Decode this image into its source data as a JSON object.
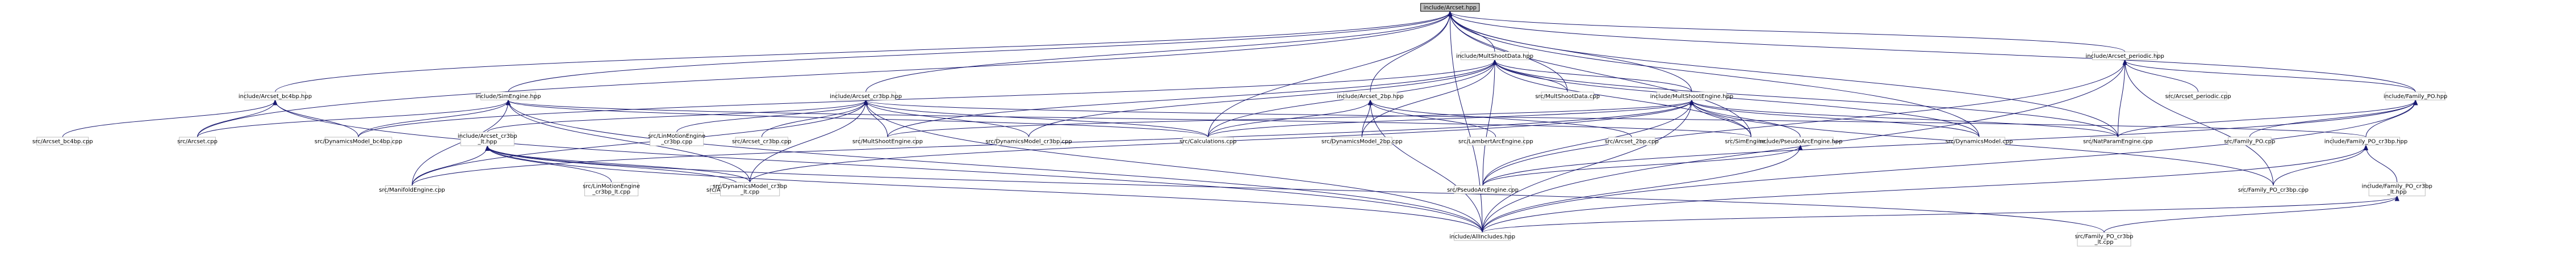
{
  "graph": {
    "root": "include/Arcset.hpp",
    "nodes": [
      {
        "id": "root",
        "lines": [
          "include/Arcset.hpp"
        ],
        "root": true
      },
      {
        "id": "multshootdata_hpp",
        "lines": [
          "include/MultShootData.hpp"
        ]
      },
      {
        "id": "arcset_periodic_hpp",
        "lines": [
          "include/Arcset_periodic.hpp"
        ]
      },
      {
        "id": "arcset_bc4bp_hpp",
        "lines": [
          "include/Arcset_bc4bp.hpp"
        ]
      },
      {
        "id": "simengine_hpp",
        "lines": [
          "include/SimEngine.hpp"
        ]
      },
      {
        "id": "arcset_cr3bp_hpp",
        "lines": [
          "include/Arcset_cr3bp.hpp"
        ]
      },
      {
        "id": "arcset_2bp_hpp",
        "lines": [
          "include/Arcset_2bp.hpp"
        ]
      },
      {
        "id": "multshootdata_cpp",
        "lines": [
          "src/MultShootData.cpp"
        ]
      },
      {
        "id": "multshootengine_hpp",
        "lines": [
          "include/MultShootEngine.hpp"
        ]
      },
      {
        "id": "arcset_periodic_cpp",
        "lines": [
          "src/Arcset_periodic.cpp"
        ]
      },
      {
        "id": "family_po_hpp",
        "lines": [
          "include/Family_PO.hpp"
        ]
      },
      {
        "id": "arcset_bc4bp_cpp",
        "lines": [
          "src/Arcset_bc4bp.cpp"
        ]
      },
      {
        "id": "arcset_cpp",
        "lines": [
          "src/Arcset.cpp"
        ]
      },
      {
        "id": "dynamicsmodel_bc4bp_cpp",
        "lines": [
          "src/DynamicsModel_bc4bp.cpp"
        ]
      },
      {
        "id": "arcset_cr3bp_lt_hpp",
        "lines": [
          "include/Arcset_cr3bp",
          "_lt.hpp"
        ]
      },
      {
        "id": "linmotionengine_cr3bp_cpp",
        "lines": [
          "src/LinMotionEngine",
          "_cr3bp.cpp"
        ]
      },
      {
        "id": "arcset_cr3bp_cpp",
        "lines": [
          "src/Arcset_cr3bp.cpp"
        ]
      },
      {
        "id": "multshootengine_cpp",
        "lines": [
          "src/MultShootEngine.cpp"
        ]
      },
      {
        "id": "dynamicsmodel_cr3bp_cpp",
        "lines": [
          "src/DynamicsModel_cr3bp.cpp"
        ]
      },
      {
        "id": "calculations_cpp",
        "lines": [
          "src/Calculations.cpp"
        ]
      },
      {
        "id": "dynamicsmodel_2bp_cpp",
        "lines": [
          "src/DynamicsModel_2bp.cpp"
        ]
      },
      {
        "id": "lambertarcengine_cpp",
        "lines": [
          "src/LambertArcEngine.cpp"
        ]
      },
      {
        "id": "arcset_2bp_cpp",
        "lines": [
          "src/Arcset_2bp.cpp"
        ]
      },
      {
        "id": "simengine_cpp",
        "lines": [
          "src/SimEngine.cpp"
        ]
      },
      {
        "id": "pseudoarcengine_hpp",
        "lines": [
          "include/PseudoArcEngine.hpp"
        ]
      },
      {
        "id": "dynamicsmodel_cpp",
        "lines": [
          "src/DynamicsModel.cpp"
        ]
      },
      {
        "id": "natparamengine_cpp",
        "lines": [
          "src/NatParamEngine.cpp"
        ]
      },
      {
        "id": "family_po_cpp",
        "lines": [
          "src/Family_PO.cpp"
        ]
      },
      {
        "id": "family_po_cr3bp_hpp",
        "lines": [
          "include/Family_PO_cr3bp.hpp"
        ]
      },
      {
        "id": "manifoldengine_cpp",
        "lines": [
          "src/ManifoldEngine.cpp"
        ]
      },
      {
        "id": "linmotionengine_cr3bp_lt_cpp",
        "lines": [
          "src/LinMotionEngine",
          "_cr3bp_lt.cpp"
        ]
      },
      {
        "id": "arcset_cr3bp_lt_cpp",
        "lines": [
          "src/Arcset_cr3bp_lt.cpp"
        ]
      },
      {
        "id": "dynamicsmodel_cr3bp_lt_cpp",
        "lines": [
          "src/DynamicsModel_cr3bp",
          "_lt.cpp"
        ]
      },
      {
        "id": "pseudoarcengine_cpp",
        "lines": [
          "src/PseudoArcEngine.cpp"
        ]
      },
      {
        "id": "family_po_cr3bp_cpp",
        "lines": [
          "src/Family_PO_cr3bp.cpp"
        ]
      },
      {
        "id": "family_po_cr3bp_lt_hpp",
        "lines": [
          "include/Family_PO_cr3bp",
          "_lt.hpp"
        ]
      },
      {
        "id": "allincludes_hpp",
        "lines": [
          "include/AllIncludes.hpp"
        ]
      },
      {
        "id": "family_po_cr3bp_lt_cpp",
        "lines": [
          "src/Family_PO_cr3bp",
          "_lt.cpp"
        ]
      }
    ],
    "edges": [
      [
        "multshootdata_hpp",
        "root"
      ],
      [
        "arcset_periodic_hpp",
        "root"
      ],
      [
        "arcset_bc4bp_hpp",
        "root"
      ],
      [
        "simengine_hpp",
        "root"
      ],
      [
        "arcset_cr3bp_hpp",
        "root"
      ],
      [
        "arcset_2bp_hpp",
        "root"
      ],
      [
        "multshootengine_hpp",
        "root"
      ],
      [
        "arcset_cpp",
        "root"
      ],
      [
        "calculations_cpp",
        "root"
      ],
      [
        "simengine_cpp",
        "root"
      ],
      [
        "dynamicsmodel_cpp",
        "root"
      ],
      [
        "natparamengine_cpp",
        "root"
      ],
      [
        "allincludes_hpp",
        "root"
      ],
      [
        "family_po_hpp",
        "root"
      ],
      [
        "multshootdata_cpp",
        "root"
      ],
      [
        "multshootdata_cpp",
        "multshootdata_hpp"
      ],
      [
        "multshootengine_hpp",
        "multshootdata_hpp"
      ],
      [
        "calculations_cpp",
        "multshootdata_hpp"
      ],
      [
        "simengine_cpp",
        "multshootdata_hpp"
      ],
      [
        "dynamicsmodel_cpp",
        "multshootdata_hpp"
      ],
      [
        "natparamengine_cpp",
        "multshootdata_hpp"
      ],
      [
        "dynamicsmodel_bc4bp_cpp",
        "multshootdata_hpp"
      ],
      [
        "dynamicsmodel_cr3bp_cpp",
        "multshootdata_hpp"
      ],
      [
        "dynamicsmodel_2bp_cpp",
        "multshootdata_hpp"
      ],
      [
        "multshootengine_cpp",
        "multshootdata_hpp"
      ],
      [
        "pseudoarcengine_cpp",
        "multshootdata_hpp"
      ],
      [
        "arcset_periodic_cpp",
        "arcset_periodic_hpp"
      ],
      [
        "family_po_hpp",
        "arcset_periodic_hpp"
      ],
      [
        "natparamengine_cpp",
        "arcset_periodic_hpp"
      ],
      [
        "pseudoarcengine_cpp",
        "arcset_periodic_hpp"
      ],
      [
        "family_po_cr3bp_cpp",
        "arcset_periodic_hpp"
      ],
      [
        "allincludes_hpp",
        "arcset_periodic_hpp"
      ],
      [
        "arcset_bc4bp_cpp",
        "arcset_bc4bp_hpp"
      ],
      [
        "dynamicsmodel_bc4bp_cpp",
        "arcset_bc4bp_hpp"
      ],
      [
        "allincludes_hpp",
        "arcset_bc4bp_hpp"
      ],
      [
        "arcset_cpp",
        "arcset_bc4bp_hpp"
      ],
      [
        "arcset_cpp",
        "simengine_hpp"
      ],
      [
        "dynamicsmodel_bc4bp_cpp",
        "simengine_hpp"
      ],
      [
        "manifoldengine_cpp",
        "simengine_hpp"
      ],
      [
        "calculations_cpp",
        "simengine_hpp"
      ],
      [
        "simengine_cpp",
        "simengine_hpp"
      ],
      [
        "allincludes_hpp",
        "simengine_hpp"
      ],
      [
        "dynamicsmodel_cr3bp_lt_cpp",
        "simengine_hpp"
      ],
      [
        "arcset_cr3bp_lt_hpp",
        "arcset_cr3bp_hpp"
      ],
      [
        "linmotionengine_cr3bp_cpp",
        "arcset_cr3bp_hpp"
      ],
      [
        "arcset_cr3bp_cpp",
        "arcset_cr3bp_hpp"
      ],
      [
        "multshootengine_cpp",
        "arcset_cr3bp_hpp"
      ],
      [
        "dynamicsmodel_cr3bp_cpp",
        "arcset_cr3bp_hpp"
      ],
      [
        "calculations_cpp",
        "arcset_cr3bp_hpp"
      ],
      [
        "manifoldengine_cpp",
        "arcset_cr3bp_hpp"
      ],
      [
        "allincludes_hpp",
        "arcset_cr3bp_hpp"
      ],
      [
        "family_po_cr3bp_hpp",
        "arcset_cr3bp_hpp"
      ],
      [
        "dynamicsmodel_cr3bp_lt_cpp",
        "arcset_cr3bp_hpp"
      ],
      [
        "dynamicsmodel_2bp_cpp",
        "arcset_2bp_hpp"
      ],
      [
        "lambertarcengine_cpp",
        "arcset_2bp_hpp"
      ],
      [
        "arcset_2bp_cpp",
        "arcset_2bp_hpp"
      ],
      [
        "calculations_cpp",
        "arcset_2bp_hpp"
      ],
      [
        "allincludes_hpp",
        "arcset_2bp_hpp"
      ],
      [
        "multshootengine_cpp",
        "multshootengine_hpp"
      ],
      [
        "calculations_cpp",
        "multshootengine_hpp"
      ],
      [
        "simengine_cpp",
        "multshootengine_hpp"
      ],
      [
        "pseudoarcengine_hpp",
        "multshootengine_hpp"
      ],
      [
        "dynamicsmodel_cpp",
        "multshootengine_hpp"
      ],
      [
        "natparamengine_cpp",
        "multshootengine_hpp"
      ],
      [
        "pseudoarcengine_cpp",
        "multshootengine_hpp"
      ],
      [
        "allincludes_hpp",
        "multshootengine_hpp"
      ],
      [
        "manifoldengine_cpp",
        "multshootengine_hpp"
      ],
      [
        "dynamicsmodel_cr3bp_lt_cpp",
        "multshootengine_hpp"
      ],
      [
        "family_po_cr3bp_cpp",
        "multshootengine_hpp"
      ],
      [
        "pseudoarcengine_cpp",
        "pseudoarcengine_hpp"
      ],
      [
        "allincludes_hpp",
        "pseudoarcengine_hpp"
      ],
      [
        "family_po_cpp",
        "family_po_hpp"
      ],
      [
        "family_po_cr3bp_hpp",
        "family_po_hpp"
      ],
      [
        "natparamengine_cpp",
        "family_po_hpp"
      ],
      [
        "pseudoarcengine_cpp",
        "family_po_hpp"
      ],
      [
        "allincludes_hpp",
        "family_po_hpp"
      ],
      [
        "family_po_cr3bp_cpp",
        "family_po_cr3bp_hpp"
      ],
      [
        "family_po_cr3bp_lt_hpp",
        "family_po_cr3bp_hpp"
      ],
      [
        "allincludes_hpp",
        "family_po_cr3bp_hpp"
      ],
      [
        "family_po_cr3bp_lt_cpp",
        "family_po_cr3bp_lt_hpp"
      ],
      [
        "allincludes_hpp",
        "family_po_cr3bp_lt_hpp"
      ],
      [
        "manifoldengine_cpp",
        "arcset_cr3bp_lt_hpp"
      ],
      [
        "linmotionengine_cr3bp_lt_cpp",
        "arcset_cr3bp_lt_hpp"
      ],
      [
        "arcset_cr3bp_lt_cpp",
        "arcset_cr3bp_lt_hpp"
      ],
      [
        "dynamicsmodel_cr3bp_lt_cpp",
        "arcset_cr3bp_lt_hpp"
      ],
      [
        "allincludes_hpp",
        "arcset_cr3bp_lt_hpp"
      ],
      [
        "family_po_cr3bp_lt_cpp",
        "arcset_cr3bp_lt_hpp"
      ]
    ]
  }
}
